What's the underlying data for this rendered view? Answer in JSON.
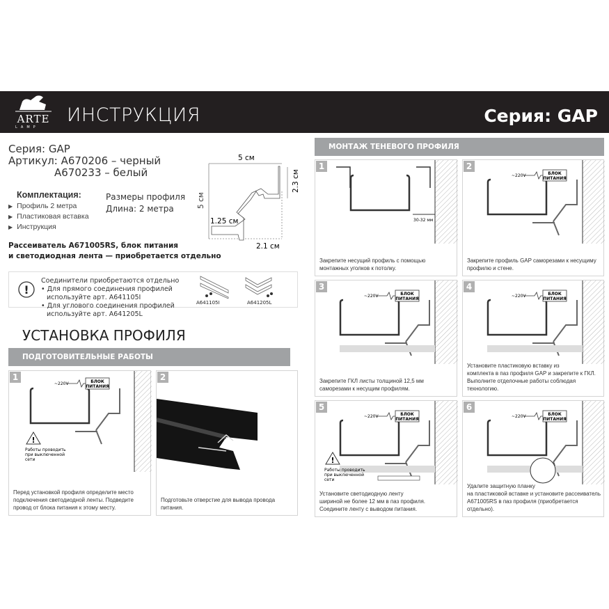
{
  "header": {
    "logo_text": "ARTE",
    "logo_sub": "LAMP",
    "title": "ИНСТРУКЦИЯ",
    "series": "Серия: GAP"
  },
  "product": {
    "series": "Серия: GAP",
    "article_label": "Артикул: A670206 – черный",
    "article_2": "A670233 – белый"
  },
  "kit": {
    "title": "Комплектация:",
    "items": [
      "Профиль 2 метра",
      "Пластиковая вставка",
      "Инструкция"
    ]
  },
  "dimensions": {
    "title": "Размеры профиля",
    "length": "Длина: 2 метра",
    "width": "5 см",
    "height": "5 см",
    "top_right": "2.3 см",
    "bottom_left": "1.25 см",
    "bottom_right": "2.1 см"
  },
  "note": [
    "Рассеиватель A671005RS, блок питания",
    "и светодиодная лента — приобретается отдельно"
  ],
  "connectors": {
    "lines": [
      "Соединители приобретаются отдельно",
      "• Для прямого соединения профилей",
      "  используйте арт. A641105I",
      "• Для углового соединения профилей",
      "  используйте арт. A641205L"
    ],
    "straight": "A641105I",
    "corner": "A641205L"
  },
  "install": {
    "title": "УСТАНОВКА ПРОФИЛЯ",
    "prep_bar": "ПОДГОТОВИТЕЛЬНЫЕ РАБОТЫ",
    "mount_bar": "МОНТАЖ ТЕНЕВОГО ПРОФИЛЯ"
  },
  "labels": {
    "voltage": "~220V",
    "psu_1": "БЛОК",
    "psu_2": "ПИТАНИЯ",
    "gap": "30-32 мм",
    "warn": [
      "Работы проводить",
      "при выключенной",
      "сети"
    ]
  },
  "prep_steps": [
    {
      "n": "1",
      "caption": [
        "Перед установкой профиля определите место",
        "подключения светодиодной ленты. Подведите",
        "провод от блока питания к этому месту."
      ]
    },
    {
      "n": "2",
      "caption": [
        "Подготовьте отверстие для вывода провода",
        "питания."
      ]
    }
  ],
  "mount_steps": [
    {
      "n": "1",
      "caption": [
        "Закрепите несущий профиль с помощью",
        "монтажных уголков к потолку."
      ]
    },
    {
      "n": "2",
      "caption": [
        "Закрепите профиль GAP саморезами к несущиму",
        "профилю и стене."
      ]
    },
    {
      "n": "3",
      "caption": [
        "Закрепите ГКЛ листы толщиной 12,5 мм",
        "саморезами к несущим профилям."
      ]
    },
    {
      "n": "4",
      "caption": [
        "Установите пластиковую вставку из",
        "комплекта в паз профиля GAP и закрепите к ГКЛ.",
        "Выполните отделочные работы соблюдая технологию."
      ]
    },
    {
      "n": "5",
      "caption": [
        "Установите светодиодную ленту",
        "шириной не более 12 мм в паз профиля.",
        "Соедините ленту с выводом питания."
      ]
    },
    {
      "n": "6",
      "caption": [
        "Удалите защитную планку",
        "на пластиковой вставке и установите рассеиватель",
        "A671005RS в паз профиля (приобретается отдельно)."
      ]
    }
  ]
}
